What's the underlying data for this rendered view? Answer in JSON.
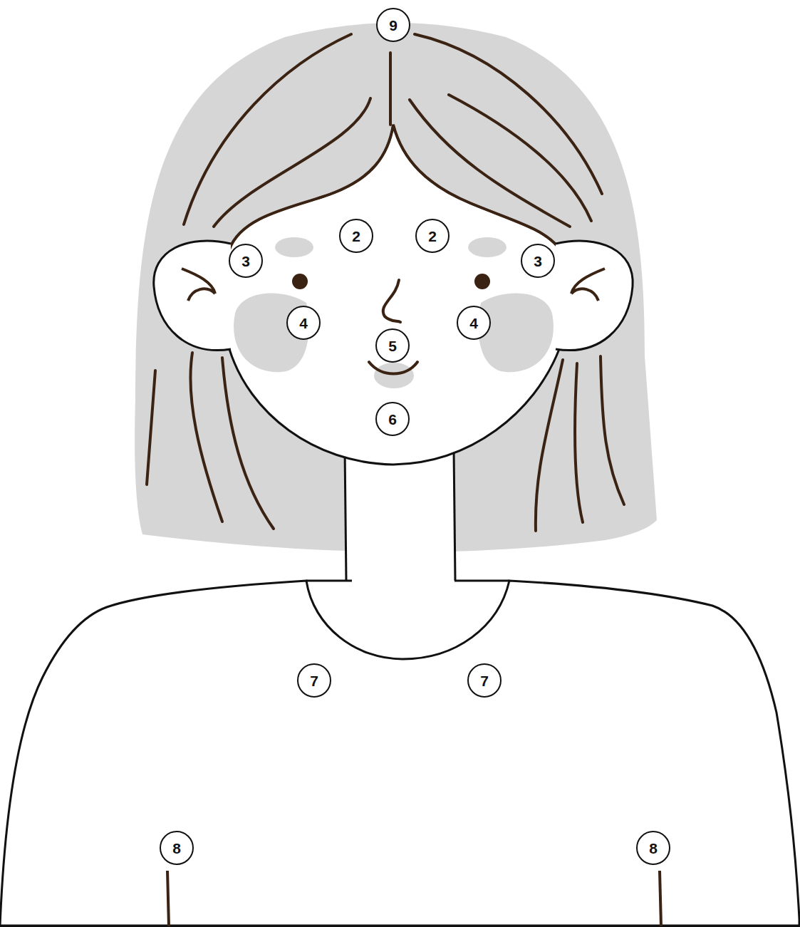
{
  "diagram": {
    "labels": [
      "9",
      "2",
      "2",
      "3",
      "3",
      "4",
      "4",
      "5",
      "6",
      "7",
      "7",
      "8",
      "8"
    ]
  }
}
